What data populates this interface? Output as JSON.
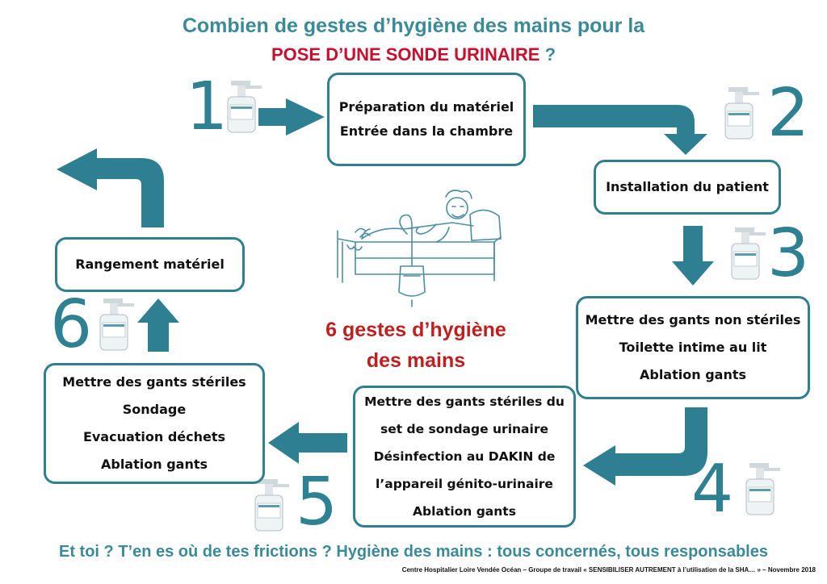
{
  "title": {
    "line1": "Combien de gestes d’hygiène des mains pour la",
    "line2_red": "POSE D’UNE SONDE URINAIRE",
    "line2_mark": "?"
  },
  "steps": [
    {
      "number": "1",
      "lines": [
        "Préparation du matériel",
        "Entrée dans la chambre"
      ]
    },
    {
      "number": "2",
      "lines": [
        "Installation du patient"
      ]
    },
    {
      "number": "3",
      "lines": [
        "Mettre des gants non stériles",
        "Toilette intime au lit",
        "Ablation gants"
      ]
    },
    {
      "number": "4",
      "lines": [
        "Mettre des gants stériles du",
        "set de sondage urinaire",
        "Désinfection au DAKIN de",
        "l’appareil génito-urinaire",
        "Ablation gants"
      ]
    },
    {
      "number": "5",
      "lines": [
        "Mettre des gants stériles",
        "Sondage",
        "Evacuation déchets",
        "Ablation gants"
      ]
    },
    {
      "number": "6",
      "lines": [
        "Rangement matériel"
      ]
    }
  ],
  "center": {
    "line1": "6 gestes d’hygiène",
    "line2": "des mains"
  },
  "footer": "Et toi ? T’en es où de tes frictions ? Hygiène des mains : tous concernés, tous responsables",
  "credit": "Centre Hospitalier Loire Vendée Océan – Groupe de travail « SENSIBILISER AUTREMENT à l’utilisation de la SHA… » – Novembre 2018",
  "colors": {
    "teal": "#2e7f91",
    "red": "#c8102e",
    "title_teal": "#3a8a99"
  },
  "icons": [
    "hand-sanitizer-icon",
    "patient-illustration"
  ]
}
